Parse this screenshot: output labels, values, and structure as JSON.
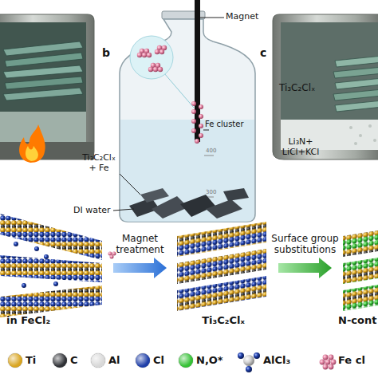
{
  "diagram": {
    "nodes": [
      {
        "text": [
          "in FeCl₂"
        ]
      },
      {
        "text": [
          "Ti₃C₂Clₓ"
        ]
      },
      {
        "text": [
          "N-cont"
        ]
      }
    ],
    "edges": [
      {
        "from": 0,
        "to": 1,
        "arrow": "to",
        "label": "Magnet treatment"
      },
      {
        "from": 1,
        "to": 2,
        "arrow": "to",
        "label": "Surface group substitutions"
      }
    ],
    "labels": [
      "b",
      "Magnet",
      "Fe cluster",
      "400",
      "300",
      "Ti₃C₂Clₓ + Fe",
      "DI water",
      "c",
      "Ti₃C₂Clₓ",
      "Li₃N+ LiCl+KCl"
    ],
    "legend": [
      {
        "text": "Ti",
        "color": "#d9a520"
      },
      {
        "text": "C",
        "color": "#2f3136"
      },
      {
        "text": "Al",
        "color": "#d8d8d8"
      },
      {
        "text": "Cl",
        "color": "#1f3fa8"
      },
      {
        "text": "N,O*",
        "color": "#35c135"
      },
      {
        "text": "AlCl₃"
      },
      {
        "text": "Fe cl"
      }
    ]
  }
}
